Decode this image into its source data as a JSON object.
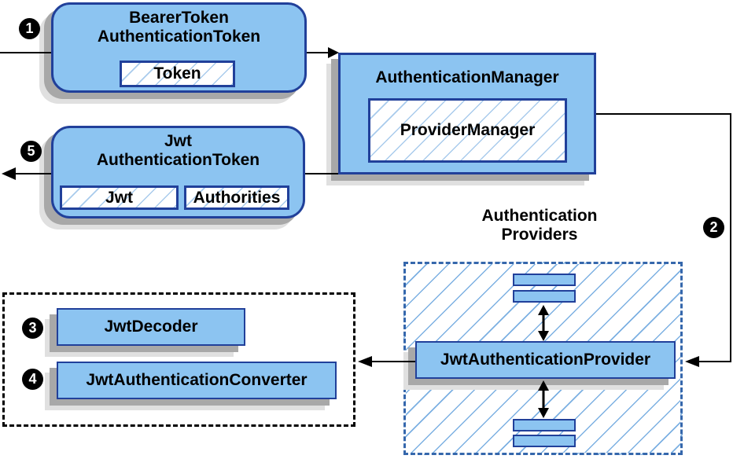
{
  "badges": {
    "s1": "1",
    "s2": "2",
    "s3": "3",
    "s4": "4",
    "s5": "5"
  },
  "nodes": {
    "bearer": {
      "title_line1": "BearerToken",
      "title_line2": "AuthenticationToken",
      "token_label": "Token"
    },
    "auth_manager": {
      "title": "AuthenticationManager",
      "inner_label": "ProviderManager"
    },
    "jwt": {
      "title_line1": "Jwt",
      "title_line2": "AuthenticationToken",
      "jwt_label": "Jwt",
      "authorities_label": "Authorities"
    },
    "providers": {
      "heading_line1": "Authentication",
      "heading_line2": "Providers",
      "provider_label": "JwtAuthenticationProvider"
    },
    "converters": {
      "decoder_label": "JwtDecoder",
      "converter_label": "JwtAuthenticationConverter"
    }
  },
  "colors": {
    "node_fill": "#8cc4f1",
    "node_border": "#21409a",
    "hatch_line": "#a9cbec",
    "hatch_line_big": "#7cb0e2",
    "dashed_blue": "#3567ac",
    "dashed_black": "#000000",
    "shadow_dark": "#a8a8a8",
    "shadow_light": "#e0e0e0",
    "arrow": "#000000",
    "badge_bg": "#000000",
    "badge_fg": "#ffffff"
  }
}
